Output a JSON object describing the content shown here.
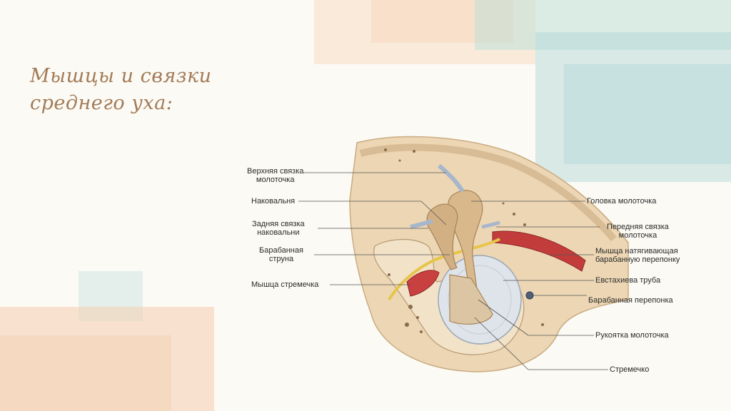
{
  "slide": {
    "title_line1": "Мышцы и связки",
    "title_line2": "среднего уха:"
  },
  "figure": {
    "labels": {
      "upper_malleus_lig_1": "Верхняя связка",
      "upper_malleus_lig_2": "молоточка",
      "incus": "Наковальня",
      "post_incus_lig_1": "Задняя связка",
      "post_incus_lig_2": "наковальни",
      "chorda_1": "Барабанная",
      "chorda_2": "струна",
      "stapedius": "Мышца стремечка",
      "malleus_head": "Головка молоточка",
      "ant_malleus_lig_1": "Передняя связка",
      "ant_malleus_lig_2": "молоточка",
      "tensor_1": "Мышца натягивающая",
      "tensor_2": "барабанную перепонку",
      "eustachian": "Евстахиева труба",
      "tympanic_membrane": "Барабанная перепонка",
      "malleus_handle": "Рукоятка молоточка",
      "stapes": "Стремечко"
    }
  },
  "colors": {
    "title": "#a27b58",
    "background": "#fcfaf4",
    "wash_peach": "#f6d3b5",
    "wash_teal": "#b9dcd6"
  }
}
